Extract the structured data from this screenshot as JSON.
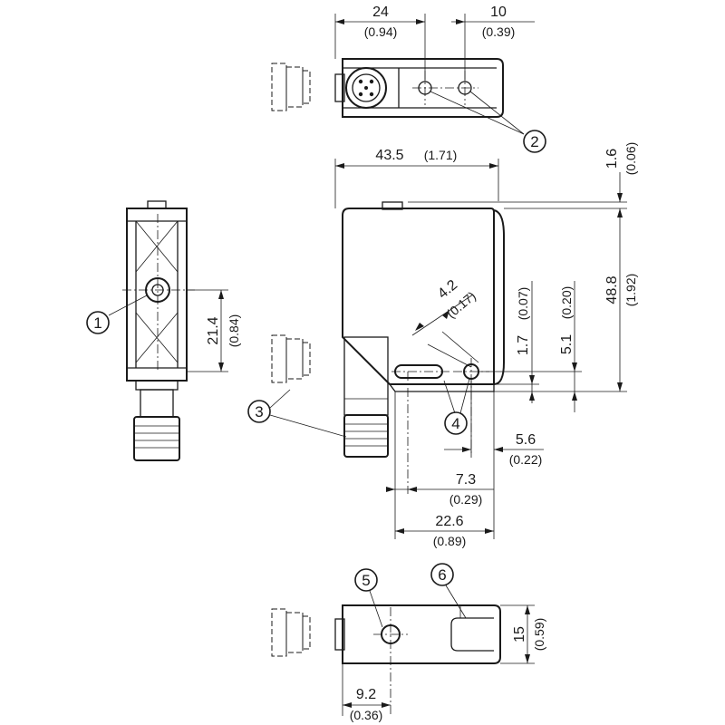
{
  "dimensions": {
    "top_24": {
      "value": "24",
      "imperial": "(0.94)"
    },
    "top_10": {
      "value": "10",
      "imperial": "(0.39)"
    },
    "length_43_5": {
      "value": "43.5",
      "imperial": "(1.71)"
    },
    "height_1_6": {
      "value": "1.6",
      "imperial": "(0.06)"
    },
    "height_48_8": {
      "value": "48.8",
      "imperial": "(1.92)"
    },
    "hole_4_2": {
      "value": "4.2",
      "imperial": "(0.17)"
    },
    "offset_1_7": {
      "value": "1.7",
      "imperial": "(0.07)"
    },
    "offset_5_1": {
      "value": "5.1",
      "imperial": "(0.20)"
    },
    "front_21_4": {
      "value": "21.4",
      "imperial": "(0.84)"
    },
    "side_5_6": {
      "value": "5.6",
      "imperial": "(0.22)"
    },
    "side_7_3": {
      "value": "7.3",
      "imperial": "(0.29)"
    },
    "side_22_6": {
      "value": "22.6",
      "imperial": "(0.89)"
    },
    "bottom_15": {
      "value": "15",
      "imperial": "(0.59)"
    },
    "bottom_9_2": {
      "value": "9.2",
      "imperial": "(0.36)"
    }
  },
  "callouts": [
    "1",
    "2",
    "3",
    "4",
    "5",
    "6"
  ]
}
